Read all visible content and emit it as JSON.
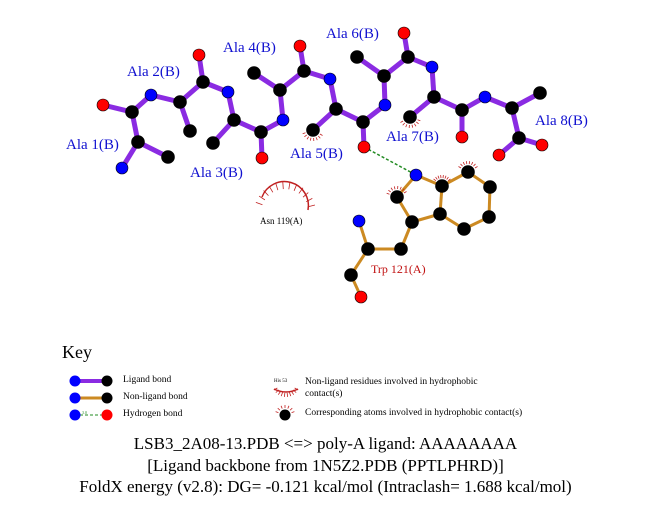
{
  "residues": {
    "ala1": "Ala 1(B)",
    "ala2": "Ala 2(B)",
    "ala3": "Ala 3(B)",
    "ala4": "Ala 4(B)",
    "ala5": "Ala 5(B)",
    "ala6": "Ala 6(B)",
    "ala7": "Ala 7(B)",
    "ala8": "Ala 8(B)",
    "asn119": "Asn 119(A)",
    "trp121": "Trp 121(A)"
  },
  "colors": {
    "ligand_bond": "#8a2be2",
    "nonligand_bond": "#cc8a22",
    "hbond": "#228b22",
    "carbon": "#000000",
    "nitrogen": "#0000ff",
    "oxygen": "#ff0000",
    "hydrophobic": "#c02020"
  },
  "key": {
    "title": "Key",
    "ligand_bond": "Ligand bond",
    "nonligand_bond": "Non-ligand bond",
    "hydrogen_bond": "Hydrogen bond",
    "hbond_distance_sample": "3.0",
    "his_sample": "His 53",
    "nonligand_hydrophobic_line1": "Non-ligand residues involved in hydrophobic",
    "nonligand_hydrophobic_line2": "contact(s)",
    "corresponding_atoms": "Corresponding atoms involved in hydrophobic contact(s)"
  },
  "caption": {
    "line1": "LSB3_2A08-13.PDB <=> poly-A ligand: AAAAAAAA",
    "line2": "[Ligand backbone from 1N5Z2.PDB (PPTLPHRD)]",
    "line3": "FoldX energy (v2.8): DG= -0.121 kcal/mol (Intraclash= 1.688 kcal/mol)"
  }
}
